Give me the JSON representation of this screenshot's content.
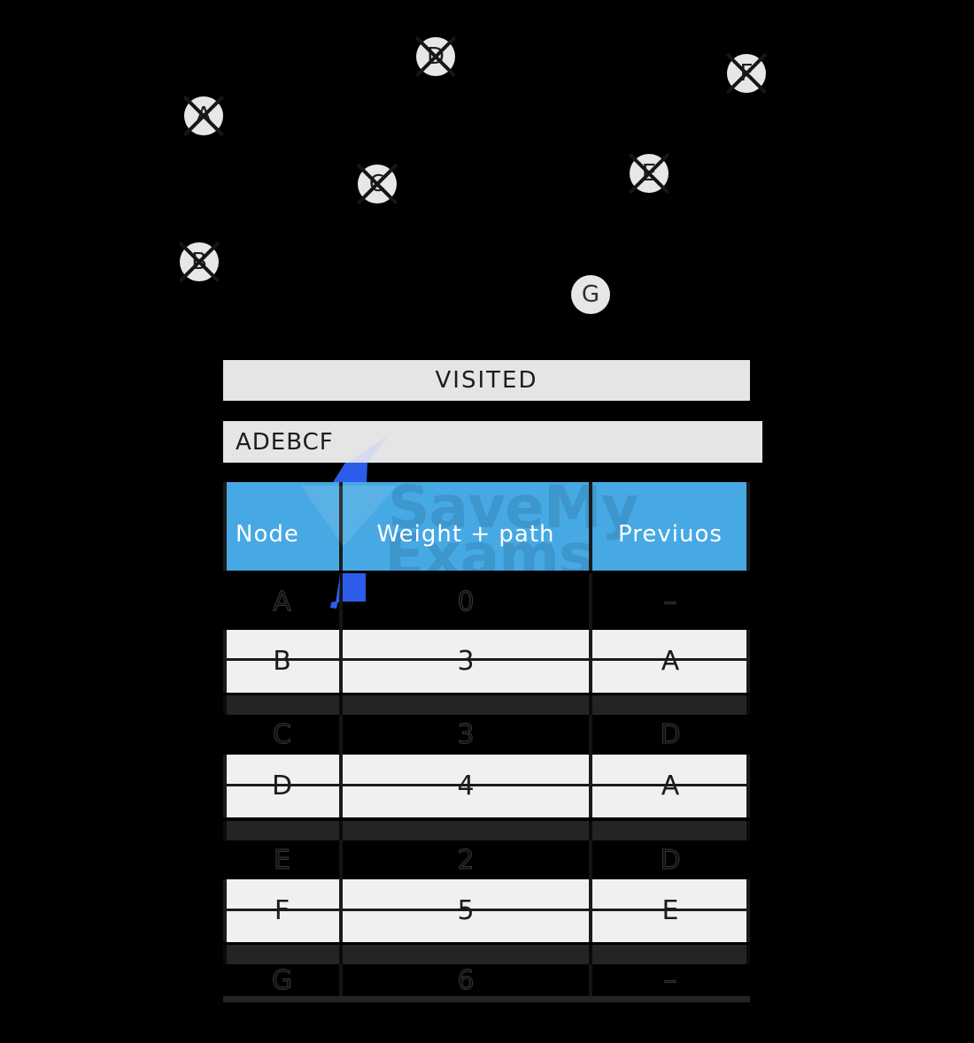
{
  "graph": {
    "nodes": [
      {
        "id": "A",
        "visited": true
      },
      {
        "id": "B",
        "visited": true
      },
      {
        "id": "C",
        "visited": true
      },
      {
        "id": "D",
        "visited": true
      },
      {
        "id": "E",
        "visited": true
      },
      {
        "id": "F",
        "visited": true
      },
      {
        "id": "G",
        "visited": false
      }
    ]
  },
  "visited_panel": {
    "title": "VISITED",
    "order": "ADEBCF"
  },
  "table": {
    "headers": [
      "Node",
      "Weight + path",
      "Previuos"
    ],
    "rows": [
      {
        "node": "A",
        "weight": "0",
        "previous": "–"
      },
      {
        "node": "B",
        "weight": "3",
        "previous": "A"
      },
      {
        "node": "C",
        "weight": "3",
        "previous": "D"
      },
      {
        "node": "D",
        "weight": "4",
        "previous": "A"
      },
      {
        "node": "E",
        "weight": "2",
        "previous": "D"
      },
      {
        "node": "F",
        "weight": "5",
        "previous": "E"
      },
      {
        "node": "G",
        "weight": "6",
        "previous": "–"
      }
    ]
  },
  "watermark": {
    "line1": "SaveMy",
    "line2": "Exams"
  },
  "colors": {
    "background": "#000000",
    "header_blue": "#47a9e4",
    "bolt_blue": "#2c5ce9",
    "bar_gray": "#e5e5e5",
    "row_light": "#f0f0f0",
    "band_dark": "#242424",
    "node_fill": "#e7e7e7"
  }
}
